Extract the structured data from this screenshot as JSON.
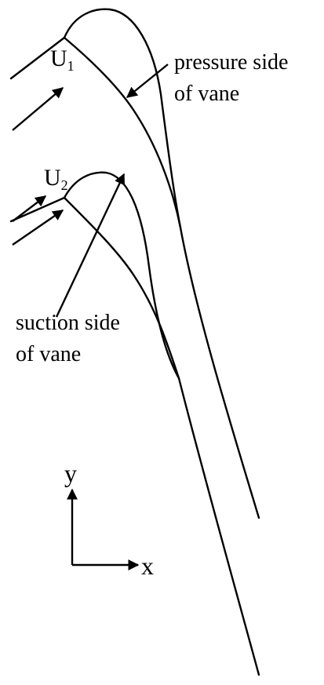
{
  "labels": {
    "u1_main": "U",
    "u1_sub": "1",
    "u2_main": "U",
    "u2_sub": "2",
    "pressure_line1": "pressure side",
    "pressure_line2": "of vane",
    "suction_line1": "suction side",
    "suction_line2": "of vane",
    "axis_x": "x",
    "axis_y": "y"
  },
  "colors": {
    "stroke": "#000000",
    "background": "#ffffff"
  }
}
